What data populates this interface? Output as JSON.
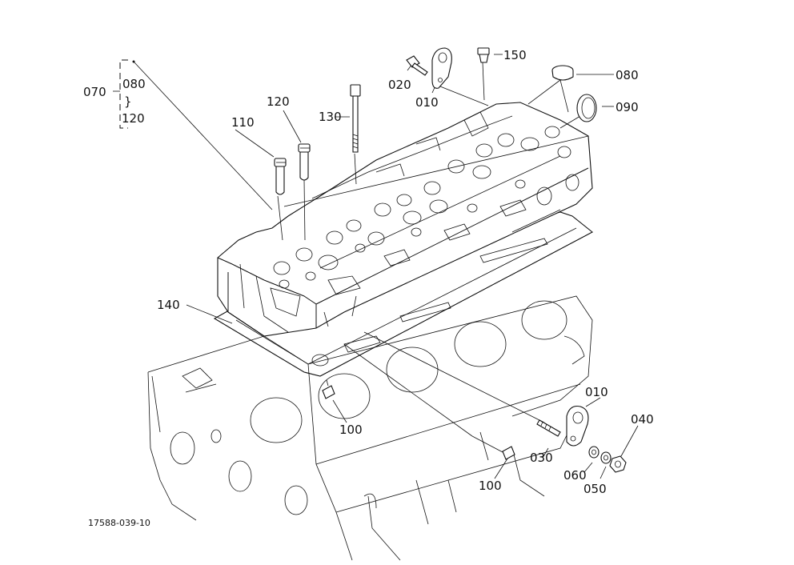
{
  "drawing_code": "17588-039-10",
  "callouts": {
    "c070": "070",
    "c080_group": "080",
    "c120_group": "120",
    "c110": "110",
    "c120": "120",
    "c130": "130",
    "c020": "020",
    "c010_top": "010",
    "c150": "150",
    "c080": "080",
    "c090": "090",
    "c140": "140",
    "c100_left": "100",
    "c100_right": "100",
    "c010_right": "010",
    "c040": "040",
    "c030": "030",
    "c060": "060",
    "c050": "050"
  },
  "group_brace": "}"
}
